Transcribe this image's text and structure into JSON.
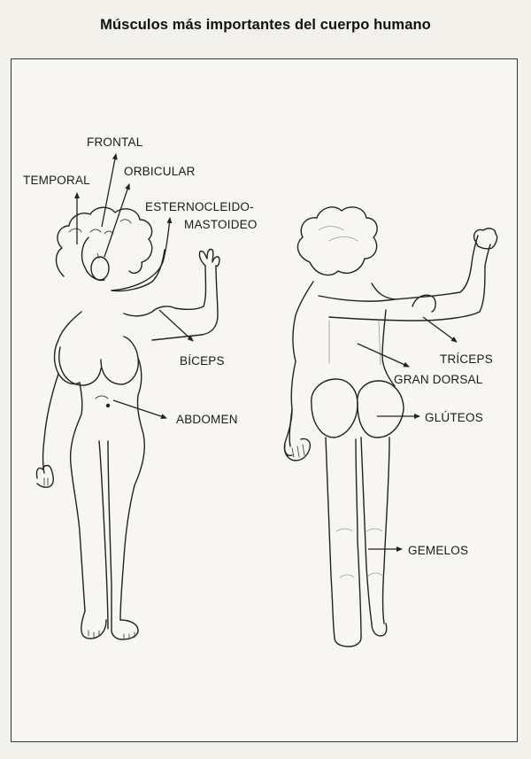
{
  "title": "Músculos más importantes del cuerpo humano",
  "labels": {
    "frontal": "FRONTAL",
    "temporal": "TEMPORAL",
    "orbicular": "ORBICULAR",
    "esternocleido_1": "ESTERNOCLEIDO-",
    "esternocleido_2": "MASTOIDEO",
    "biceps": "BÍCEPS",
    "abdomen": "ABDOMEN",
    "triceps": "TRÍCEPS",
    "gran_dorsal": "GRAN DORSAL",
    "gluteos": "GLÚTEOS",
    "gemelos": "GEMELOS"
  }
}
